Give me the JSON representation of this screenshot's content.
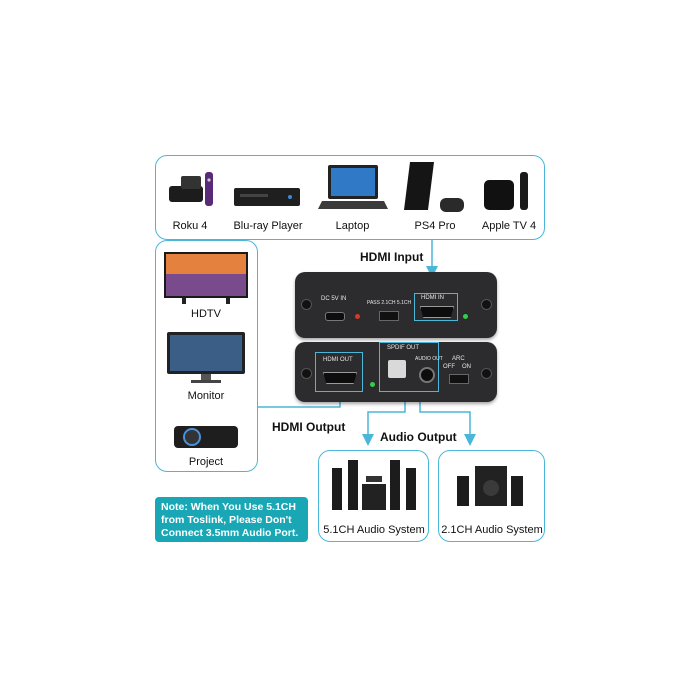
{
  "sources": [
    "Roku 4",
    "Blu-ray Player",
    "Laptop",
    "PS4 Pro",
    "Apple TV 4"
  ],
  "outputs": [
    "HDTV",
    "Monitor",
    "Project"
  ],
  "audio_systems": [
    "5.1CH Audio System",
    "2.1CH Audio System"
  ],
  "flow_labels": {
    "hdmi_input": "HDMI Input",
    "hdmi_output": "HDMI Output",
    "audio_output": "Audio Output"
  },
  "front_panel": {
    "dc_in": "DC 5V IN",
    "switch": "PASS 2.1CH 5.1CH",
    "hdmi_in": "HDMI IN"
  },
  "back_panel": {
    "hdmi_out": "HDMI OUT",
    "spdif_out": "SPDIF OUT",
    "audio_out": "AUDIO OUT",
    "arc": "ARC",
    "arc_off": "OFF",
    "arc_on": "ON"
  },
  "note": "Note: When You Use 5.1CH from Toslink, Please Don't Connect 3.5mm Audio Port.",
  "colors": {
    "accent": "#4ab6d8",
    "note_bg": "#1aa7b5",
    "device_body": "#2c2c2e"
  }
}
